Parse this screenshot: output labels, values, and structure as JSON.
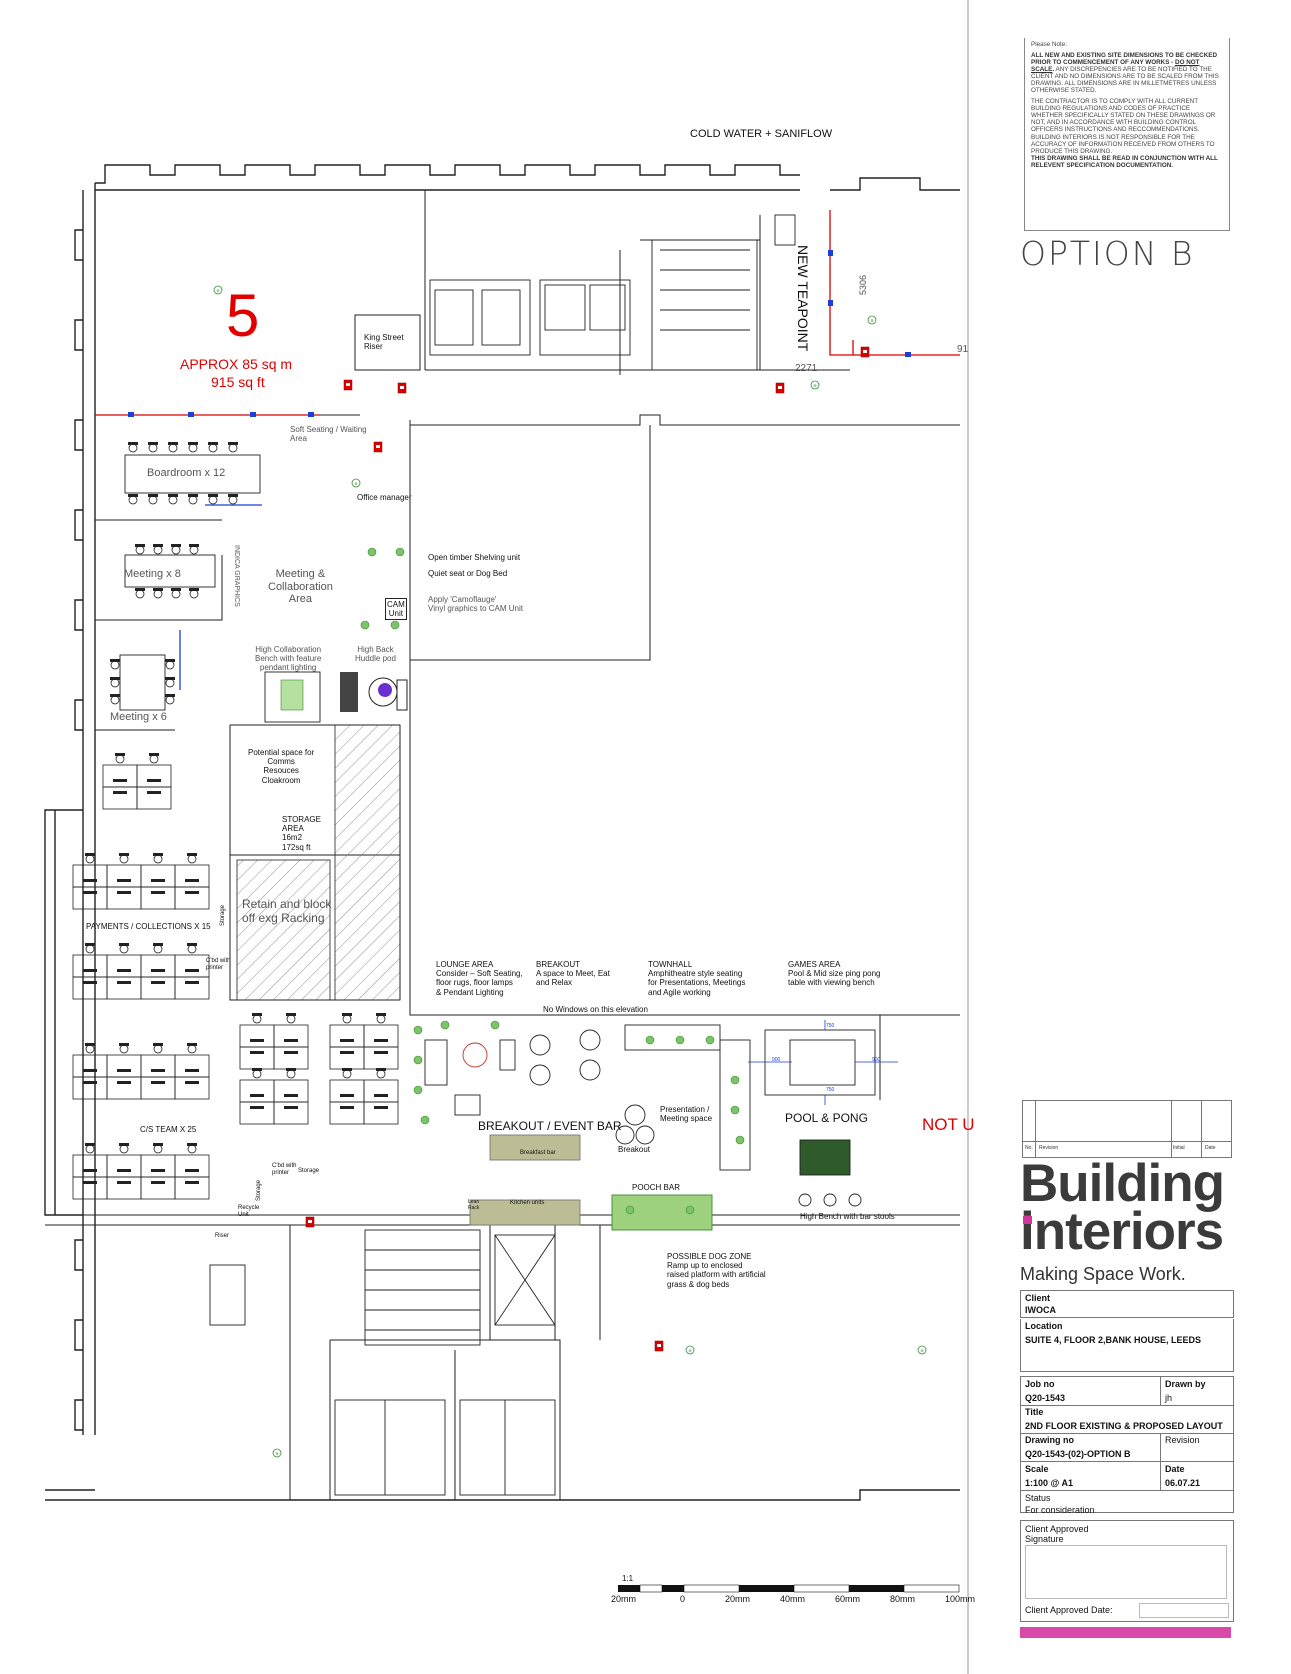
{
  "notes": {
    "title": "Please Note:",
    "bold1": "ALL NEW AND EXISTING SITE DIMENSIONS TO BE CHECKED PRIOR TO COMMENCEMENT OF ANY WORKS",
    "bold2": "DO NOT SCALE",
    "p1_rest": "ANY DISCREPENCIES ARE TO BE NOTIFIED TO THE CLIENT AND NO DIMENSIONS ARE TO BE SCALED FROM THIS DRAWING. ALL DIMENSIONS ARE IN MILLETMETRES UNLESS OTHERWISE STATED.",
    "p2": "THE CONTRACTOR IS TO COMPLY WITH ALL CURRENT BUILDING REGULATIONS AND CODES OF PRACTICE WHETHER SPECIFICALLY STATED ON THESE DRAWINGS OR NOT, AND IN ACCORDANCE WITH BUILDING CONTROL OFFICERS INSTRUCTIONS AND RECCOMMENDATIONS. BUILDING INTERIORS IS NOT RESPONSIBLE FOR THE ACCURACY OF INFORMATION RECEIVED FROM OTHERS TO PRODUCE THIS DRAWING.",
    "p3": "THIS DRAWING SHALL BE READ IN CONJUNCTION WITH ALL RELEVENT SPECIFICATION DOCUMENTATION."
  },
  "option_label": "OPTION B",
  "revision_table": {
    "col1": "No.",
    "col2": "Revision",
    "col3": "Initial",
    "col4": "Date"
  },
  "brand": {
    "line1": "Building",
    "line2": "interiors",
    "tagline": "Making Space Work.",
    "accent": "#d94aa8"
  },
  "title_block": {
    "client_label": "Client",
    "client": "IWOCA",
    "location_label": "Location",
    "location": "SUITE 4, FLOOR 2,BANK HOUSE, LEEDS",
    "job_label": "Job no",
    "job": "Q20-1543",
    "drawn_label": "Drawn by",
    "drawn": "jh",
    "title_label": "Title",
    "title": "2ND FLOOR EXISTING & PROPOSED LAYOUT",
    "drawing_label": "Drawing no",
    "drawing": "Q20-1543-(02)-OPTION B",
    "revision_label": "Revision",
    "scale_label": "Scale",
    "scale": "1:100 @ A1",
    "date_label": "Date",
    "date": "06.07.21",
    "status_label": "Status",
    "status": "For consideration",
    "approved_sig": "Client Approved\nSignature",
    "approved_date": "Client Approved Date:"
  },
  "scale_bar": {
    "ratio": "1:1",
    "ticks": [
      "20mm",
      "0",
      "20mm",
      "40mm",
      "60mm",
      "80mm",
      "100mm"
    ]
  },
  "plan": {
    "cold_water": "COLD WATER + SANIFLOW",
    "new_teapoint": "NEW TEAPOINT",
    "dim_5306": "5306",
    "dim_2271": "2271",
    "dim_91": "91",
    "area_number": "5",
    "area_sqm": "APPROX 85 sq m",
    "area_sqft": "915 sq ft",
    "king_street": "King Street\nRiser",
    "soft_seating": "Soft Seating / Waiting\nArea",
    "boardroom": "Boardroom x 12",
    "office_manager": "Office manager",
    "indica_graphics": "INDICA GRAPHICS",
    "meeting8": "Meeting x 8",
    "meeting_collab": "Meeting &\nCollaboration\nArea",
    "shelving": "Open timber Shelving unit",
    "quiet_seat": "Quiet seat or Dog Bed",
    "cam_unit": "CAM\nUnit",
    "camo": "Apply 'Camoflauge'\nVinyl graphics to CAM Unit",
    "high_collab": "High Collaboration\nBench with feature\npendant lighting",
    "huddle": "High Back\nHuddle pod",
    "meeting6": "Meeting x 6",
    "potential": "Potential space for\nComms\nResouces\nCloakroom",
    "storage_area": "STORAGE\nAREA\n16m2\n172sq ft",
    "retain": "Retain and block\noff exg Racking",
    "payments": "PAYMENTS / COLLECTIONS X 15",
    "storage_small": "Storage",
    "cbd_printer": "C'bd with\nprinter",
    "lounge": "LOUNGE AREA\nConsider – Soft Seating,\nfloor rugs, floor lamps\n& Pendant Lighting",
    "breakout_note": "BREAKOUT\nA space to Meet, Eat\nand Relax",
    "townhall": "TOWNHALL\nAmphitheatre style seating\nfor Presentations, Meetings\nand Agile working",
    "games": "GAMES AREA\nPool & Mid size ping pong\ntable with viewing bench",
    "no_windows": "No Windows on this elevation",
    "dim_900a": "900",
    "dim_900b": "900",
    "dim_750a": "750",
    "dim_750b": "750",
    "presentation": "Presentation /\nMeeting space",
    "breakout_event": "BREAKOUT / EVENT BAR",
    "breakfast_bar": "Breakfast bar",
    "breakout": "Breakout",
    "pool_pong": "POOL & PONG",
    "not_u": "NOT U",
    "cs_team": "C/S TEAM X 25",
    "cbd_printer2": "C'bd with\nprinter",
    "storage2": "Storage",
    "storage3": "Storage",
    "recycle": "Recycle\nUnit",
    "riser": "Riser",
    "pooch_bar": "POOCH BAR",
    "kitchen_units": "Kitchen units",
    "lean_rack": "Lean\nRack",
    "high_bench": "High Bench with bar stools",
    "dog_zone": "POSSIBLE DOG ZONE\nRamp up to enclosed\nraised platform with artificial\ngrass & dog beds"
  }
}
